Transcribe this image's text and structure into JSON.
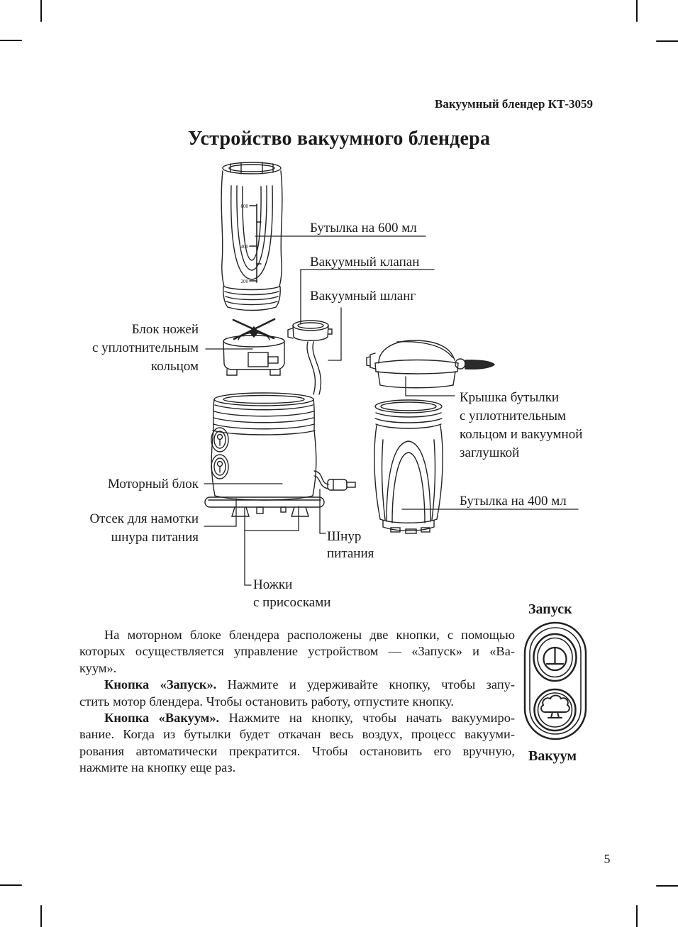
{
  "page": {
    "header": "Вакуумный блендер КТ-3059",
    "title": "Устройство вакуумного блендера",
    "page_number": "5"
  },
  "diagram": {
    "labels": {
      "bottle_600": "Бутылка на 600 мл",
      "vacuum_valve": "Вакуумный клапан",
      "vacuum_hose": "Вакуумный шланг",
      "blade_block": [
        "Блок ножей",
        "с уплотнительным",
        "кольцом"
      ],
      "lid": [
        "Крышка бутылки",
        "с уплотнительным",
        "кольцом и вакуумной",
        "заглушкой"
      ],
      "motor_block": "Моторный блок",
      "cord_compartment": [
        "Отсек для намотки",
        "шнура питания"
      ],
      "power_cord": [
        "Шнур",
        "питания"
      ],
      "feet": [
        "Ножки",
        "с присосками"
      ],
      "bottle_400": "Бутылка на 400 мл"
    },
    "bottle_scale_marks": [
      "600",
      "400",
      "200"
    ]
  },
  "controls": {
    "start_label": "Запуск",
    "vacuum_label": "Вакуум",
    "start_icon": "power-stem-icon",
    "vacuum_icon": "vacuum-tree-icon"
  },
  "body": {
    "lines": [
      {
        "text": "На моторном блоке блендера расположены две кнопки, с помощью"
      },
      {
        "text": "которых осуществляется управление устройством — «Запуск» и «Ва-"
      },
      {
        "text": "куум»."
      },
      {
        "bold": "Кнопка «Запуск».",
        "text": " Нажмите и удерживайте кнопку, чтобы запу-"
      },
      {
        "text": "стить мотор блендера. Чтобы остановить работу, отпустите кнопку."
      },
      {
        "bold": "Кнопка «Вакуум».",
        "text": " Нажмите на кнопку, чтобы начать вакуумиро-"
      },
      {
        "text": "вание. Когда из бутылки будет откачан весь воздух, процесс вакууми-"
      },
      {
        "text": "рования автоматически прекратится. Чтобы остановить его вручную,"
      },
      {
        "text": "нажмите на кнопку еще раз."
      }
    ]
  },
  "colors": {
    "ink": "#1b1b1b",
    "paper": "#ffffff"
  }
}
